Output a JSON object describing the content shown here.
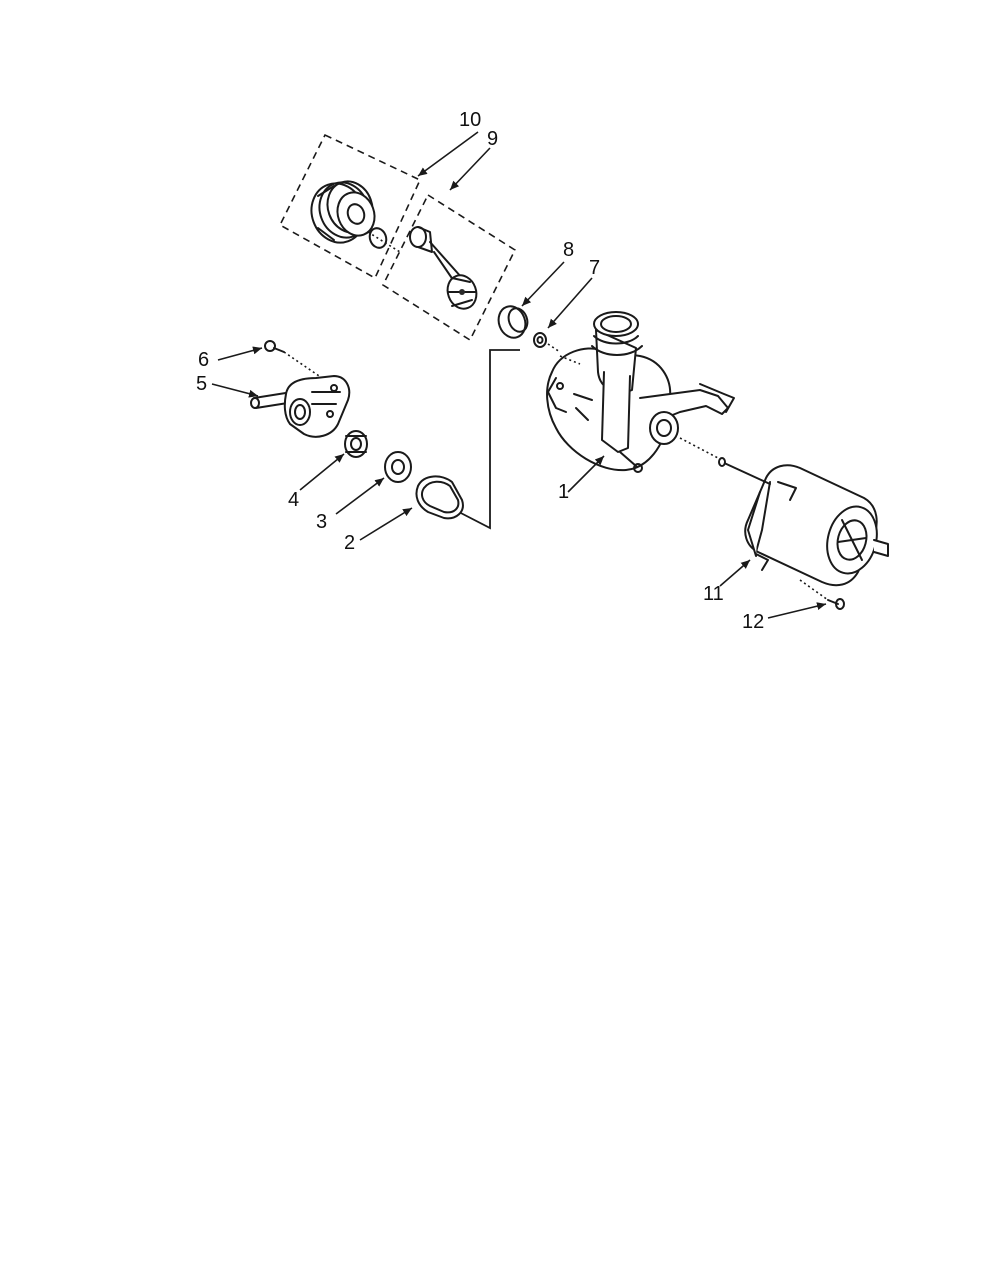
{
  "callouts": {
    "c1": "1",
    "c2": "2",
    "c3": "3",
    "c4": "4",
    "c5": "5",
    "c6": "6",
    "c7": "7",
    "c8": "8",
    "c9": "9",
    "c10": "10",
    "c11": "11",
    "c12": "12"
  },
  "style": {
    "line_color": "#1a1a1a",
    "background": "#ffffff"
  }
}
